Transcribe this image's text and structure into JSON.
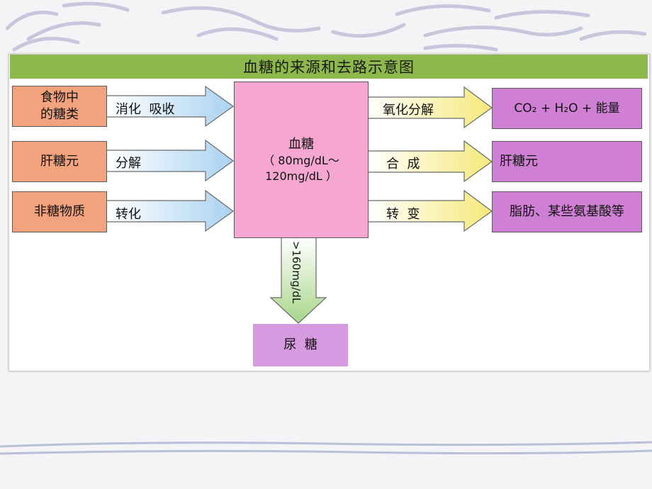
{
  "diagram": {
    "title": "血糖的来源和去路示意图",
    "center": {
      "line1": "血糖",
      "line2": "（ 80mg/dL～",
      "line3": "120mg/dL ）"
    },
    "sources": [
      {
        "line1": "食物中",
        "line2": "的糖类",
        "arrow_label": "消化  吸收"
      },
      {
        "label": "肝糖元",
        "arrow_label": "分解"
      },
      {
        "label": "非糖物质",
        "arrow_label": "转化"
      }
    ],
    "outputs": [
      {
        "arrow_label": "氧化分解",
        "target": "CO₂ + H₂O + 能量"
      },
      {
        "arrow_label": "合  成",
        "target": "肝糖元"
      },
      {
        "arrow_label": "转  变",
        "target": "脂肪、某些氨基酸等"
      }
    ],
    "excretion": {
      "arrow_label": ">160mg/dL",
      "target": "尿  糖"
    }
  }
}
